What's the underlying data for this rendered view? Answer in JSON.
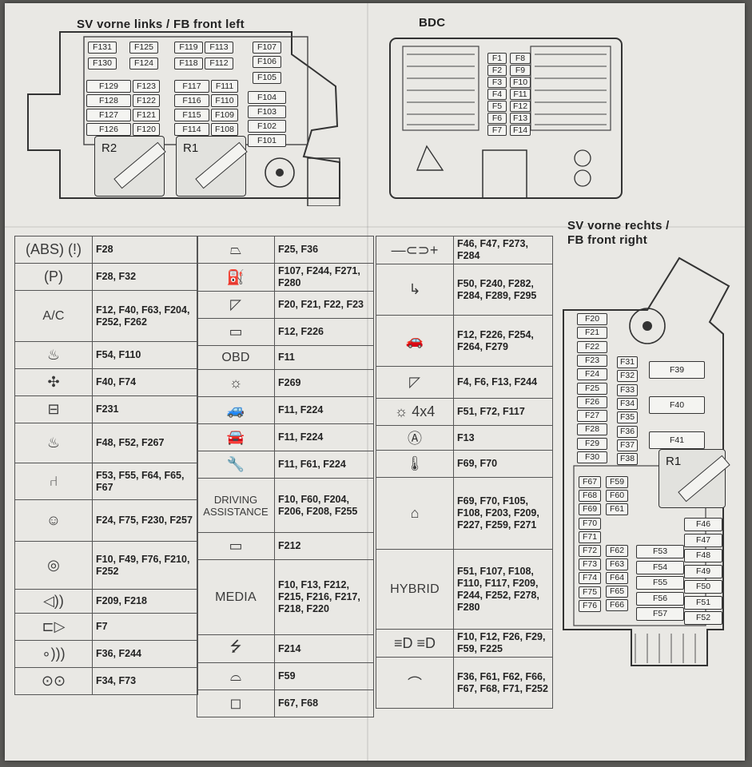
{
  "front_left": {
    "title": "SV vorne links / FB front left",
    "fuses_top": [
      "F131",
      "F125",
      "F119",
      "F113",
      "F107",
      "F130",
      "F124",
      "F118",
      "F112",
      "F106",
      "F105"
    ],
    "col1": [
      "F129",
      "F128",
      "F127",
      "F126"
    ],
    "col2": [
      "F123",
      "F122",
      "F121",
      "F120"
    ],
    "col3": [
      "F117",
      "F116",
      "F115",
      "F114"
    ],
    "col4": [
      "F111",
      "F110",
      "F109",
      "F108"
    ],
    "col5": [
      "F104",
      "F103",
      "F102",
      "F101"
    ],
    "relays": [
      "R2",
      "R1"
    ]
  },
  "bdc": {
    "title": "BDC",
    "left_col": [
      "F1",
      "F2",
      "F3",
      "F4",
      "F5",
      "F6",
      "F7"
    ],
    "right_col": [
      "F8",
      "F9",
      "F10",
      "F11",
      "F12",
      "F13",
      "F14"
    ]
  },
  "front_right": {
    "title_line1": "SV vorne rechts /",
    "title_line2": "FB front right",
    "left_col": [
      "F20",
      "F21",
      "F22",
      "F23",
      "F24",
      "F25",
      "F26",
      "F27",
      "F28",
      "F29",
      "F30"
    ],
    "mid_col": [
      "F31",
      "F32",
      "F33",
      "F34",
      "F35",
      "F36",
      "F37",
      "F38"
    ],
    "big": [
      "F39",
      "F40",
      "F41"
    ],
    "relay": "R1",
    "lower_a": [
      "F67",
      "F68",
      "F69",
      "F70",
      "F71",
      "F72",
      "F73",
      "F74",
      "F75",
      "F76"
    ],
    "lower_b": [
      "F59",
      "F60",
      "F61",
      "F62",
      "F63",
      "F64",
      "F65",
      "F66"
    ],
    "lower_c": [
      "F53",
      "F54",
      "F55",
      "F56",
      "F57"
    ],
    "lower_d": [
      "F46",
      "F47",
      "F48",
      "F49",
      "F50",
      "F51",
      "F52"
    ]
  },
  "legend_col1": [
    {
      "icon": "abs-brake-warning-icon",
      "glyph": "(ABS) (!)",
      "fuses": "F28"
    },
    {
      "icon": "parking-brake-icon",
      "glyph": "(P)",
      "fuses": "F28, F32"
    },
    {
      "icon": "ac-icon",
      "glyph": "A/C",
      "fuses": "F12, F40, F63, F204, F252, F262"
    },
    {
      "icon": "rear-defrost-icon",
      "glyph": "♨",
      "fuses": "F54, F110"
    },
    {
      "icon": "fan-icon",
      "glyph": "✣",
      "fuses": "F40, F74"
    },
    {
      "icon": "rear-window-heater-icon",
      "glyph": "⊟",
      "fuses": "F231"
    },
    {
      "icon": "seat-heater-icon",
      "glyph": "♨",
      "fuses": "F48, F52, F267"
    },
    {
      "icon": "seat-icon",
      "glyph": "⑁",
      "fuses": "F53, F55, F64, F65, F67"
    },
    {
      "icon": "seatbelt-icon",
      "glyph": "☺",
      "fuses": "F24, F75, F230, F257"
    },
    {
      "icon": "steering-wheel-icon",
      "glyph": "◎",
      "fuses": "F10, F49, F76, F210, F252"
    },
    {
      "icon": "speaker-icon",
      "glyph": "◁))",
      "fuses": "F209, F218"
    },
    {
      "icon": "horn-icon",
      "glyph": "⊏▷",
      "fuses": "F7"
    },
    {
      "icon": "key-remote-icon",
      "glyph": "∘)))",
      "fuses": "F36, F244"
    },
    {
      "icon": "glasses-icon",
      "glyph": "⊙⊙",
      "fuses": "F34, F73"
    }
  ],
  "legend_col2": [
    {
      "icon": "sunroof-icon",
      "glyph": "⏢",
      "fuses": "F25, F36"
    },
    {
      "icon": "fuel-pump-icon",
      "glyph": "⛽",
      "fuses": "F107, F244, F271, F280"
    },
    {
      "icon": "door-window-icon",
      "glyph": "◸",
      "fuses": "F20, F21, F22, F23"
    },
    {
      "icon": "windshield-heater-icon",
      "glyph": "▭",
      "fuses": "F12, F226"
    },
    {
      "icon": "obd-icon",
      "glyph": "OBD",
      "fuses": "F11"
    },
    {
      "icon": "light-sensor-icon",
      "glyph": "☼",
      "fuses": "F269"
    },
    {
      "icon": "car-lift-icon",
      "glyph": "🚙",
      "fuses": "F11, F224"
    },
    {
      "icon": "car-front-icon",
      "glyph": "🚘",
      "fuses": "F11, F224"
    },
    {
      "icon": "wrench-icon",
      "glyph": "🔧",
      "fuses": "F11, F61, F224"
    },
    {
      "icon": "driving-assistance-icon",
      "glyph": "DRIVING ASSISTANCE",
      "fuses": "F10, F60, F204, F206, F208, F255"
    },
    {
      "icon": "display-icon",
      "glyph": "▭",
      "fuses": "F212"
    },
    {
      "icon": "media-icon",
      "glyph": "MEDIA",
      "fuses": "F10, F13, F212, F215, F216, F217, F218, F220"
    },
    {
      "icon": "usb-icon",
      "glyph": "⭍",
      "fuses": "F214"
    },
    {
      "icon": "mirror-icon",
      "glyph": "⌓",
      "fuses": "F59"
    },
    {
      "icon": "side-mirror-icon",
      "glyph": "◻",
      "fuses": "F67, F68"
    }
  ],
  "legend_col3": [
    {
      "icon": "trailer-hitch-icon",
      "glyph": "—⊂⊃+",
      "fuses": "F46, F47, F273, F284"
    },
    {
      "icon": "tow-bar-icon",
      "glyph": "↳",
      "fuses": "F50, F240, F282, F284, F289, F295"
    },
    {
      "icon": "car-tailgate-icon",
      "glyph": "🚗",
      "fuses": "F12, F226, F254, F264, F279"
    },
    {
      "icon": "door-icon",
      "glyph": "◸",
      "fuses": "F4, F6, F13, F244"
    },
    {
      "icon": "four-wheel-drive-icon",
      "glyph": "☼ 4x4",
      "fuses": "F51, F72, F117"
    },
    {
      "icon": "auto-start-stop-icon",
      "glyph": "Ⓐ",
      "fuses": "F13"
    },
    {
      "icon": "temperature-icon",
      "glyph": "🌡",
      "fuses": "F69, F70"
    },
    {
      "icon": "engine-icon",
      "glyph": "⌂",
      "fuses": "F69, F70, F105, F108, F203, F209, F227, F259, F271"
    },
    {
      "icon": "hybrid-icon",
      "glyph": "HYBRID",
      "fuses": "F51, F107, F108, F110, F117, F209, F244, F252, F278, F280"
    },
    {
      "icon": "headlight-icon",
      "glyph": "≡D ≡D",
      "fuses": "F10, F12, F26, F29, F59, F225"
    },
    {
      "icon": "interior-light-icon",
      "glyph": "⌒",
      "fuses": "F36, F61, F62, F66, F67, F68, F71, F252"
    }
  ]
}
